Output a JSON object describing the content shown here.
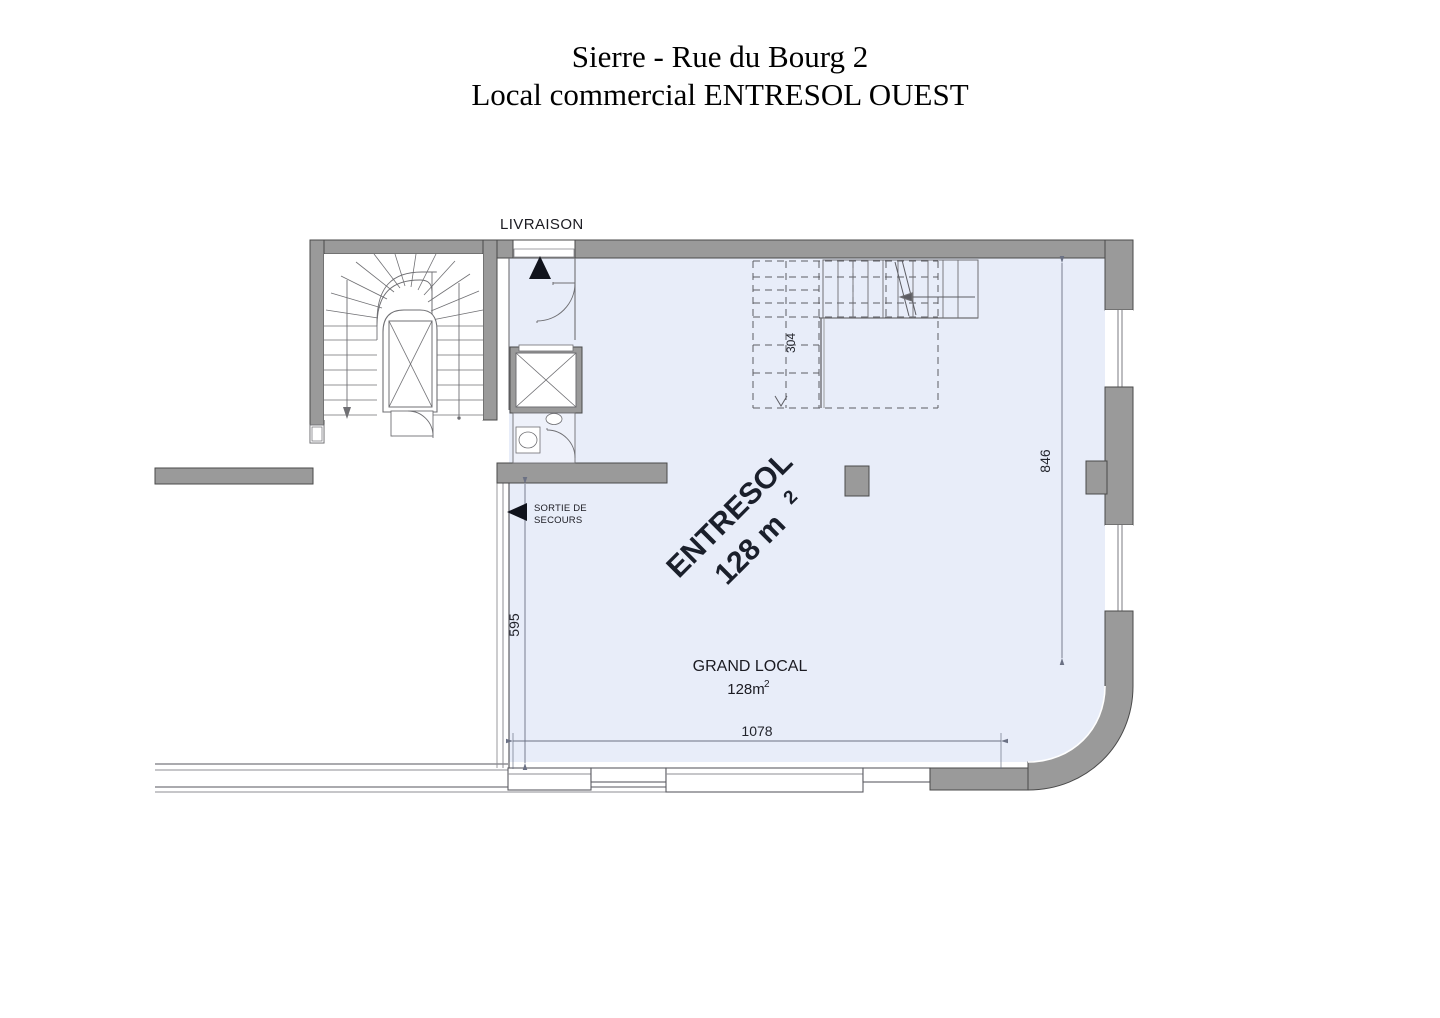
{
  "document": {
    "title_line_1": "Sierre - Rue du Bourg 2",
    "title_line_2": "Local commercial ENTRESOL OUEST"
  },
  "plan": {
    "annotations": {
      "delivery_label": "LIVRAISON",
      "emergency_exit_line_1": "SORTIE DE",
      "emergency_exit_line_2": "SECOURS",
      "room_big_name": "ENTRESOL",
      "room_big_area_value": "128 m",
      "room_big_area_sup": "2",
      "room_name": "GRAND LOCAL",
      "room_area_value": "128m",
      "room_area_sup": "2"
    },
    "dimensions": {
      "width_bottom": "1078",
      "height_right": "846",
      "height_left": "595",
      "void_opening": "304"
    },
    "colors": {
      "floor_fill": "#e8edf9",
      "wall_fill": "#9a9a9a",
      "wall_stroke": "#4a4a4a",
      "line": "#6f6f73",
      "dim_line": "#6b7184",
      "text": "#1b1b22",
      "arrow_fill": "#10131c"
    },
    "icons": {
      "delivery_arrow": "triangle-up-icon",
      "exit_arrow": "triangle-left-icon",
      "stair_direction": "arrow-down-icon",
      "stair_direction_interior": "arrow-left-icon"
    }
  }
}
